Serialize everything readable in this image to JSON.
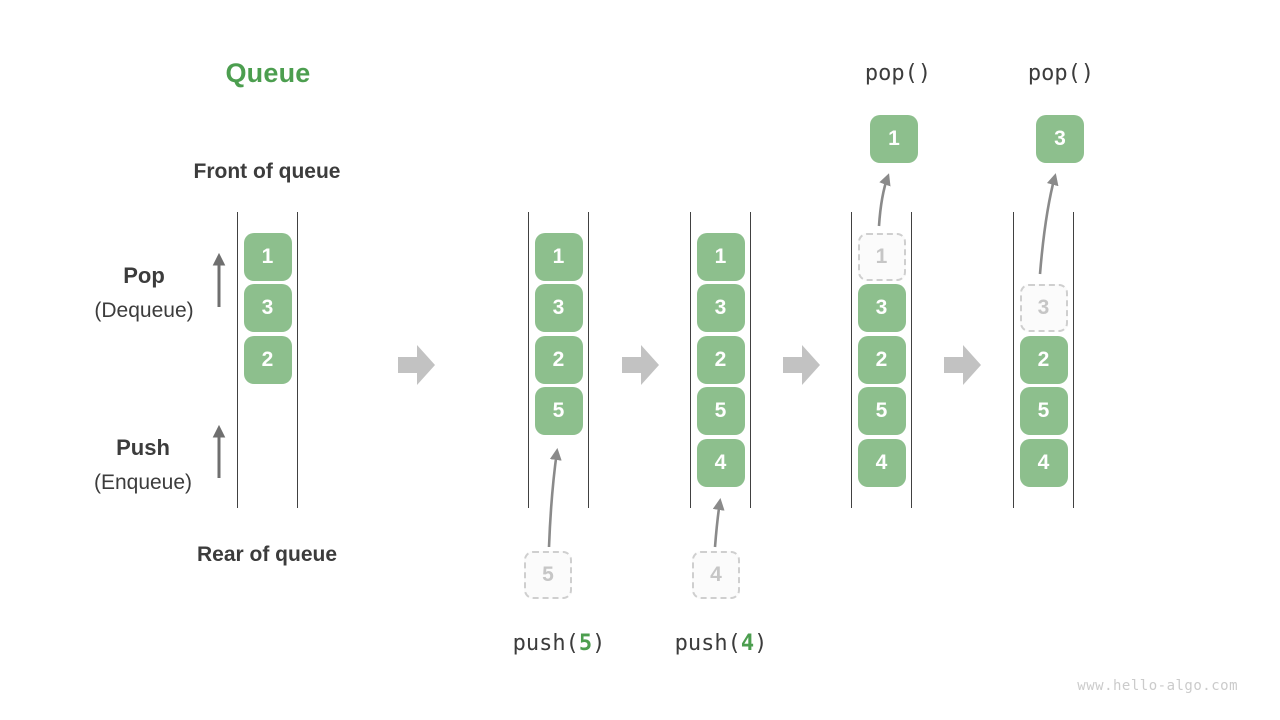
{
  "title": "Queue",
  "labels": {
    "front_of_queue": "Front of queue",
    "rear_of_queue": "Rear of queue",
    "pop": "Pop",
    "pop_sub": "(Dequeue)",
    "push": "Push",
    "push_sub": "(Enqueue)"
  },
  "operations": {
    "pop_first": "pop()",
    "pop_second": "pop()",
    "push_first": {
      "prefix": "push(",
      "arg": "5",
      "suffix": ")"
    },
    "push_second": {
      "prefix": "push(",
      "arg": "4",
      "suffix": ")"
    }
  },
  "columns": [
    {
      "name": "state-initial",
      "items": [
        "1",
        "3",
        "2"
      ]
    },
    {
      "name": "state-after-push-5",
      "items": [
        "1",
        "3",
        "2",
        "5"
      ],
      "incoming": "5"
    },
    {
      "name": "state-after-push-4",
      "items": [
        "1",
        "3",
        "2",
        "5",
        "4"
      ],
      "incoming": "4"
    },
    {
      "name": "state-after-pop-1",
      "ghost": "1",
      "items": [
        "3",
        "2",
        "5",
        "4"
      ],
      "popped": "1"
    },
    {
      "name": "state-after-pop-3",
      "ghost": "3",
      "items": [
        "2",
        "5",
        "4"
      ],
      "popped": "3"
    }
  ],
  "icons": {
    "flow_arrow": "right-block-arrow",
    "pop_direction": "up-arrow",
    "push_direction": "up-arrow"
  },
  "colors": {
    "box_green": "#8dbf8d",
    "accent_green": "#4c9e4f",
    "text_dark": "#3c3c3c",
    "line_dark": "#414141",
    "arrow_thin": "#6f6f6f",
    "arrow_curved": "#8a8a8a",
    "block_arrow": "#c2c2c2",
    "ghost_border": "#cfcfcf",
    "ghost_text": "#c6c6c6"
  },
  "watermark": "www.hello-algo.com"
}
